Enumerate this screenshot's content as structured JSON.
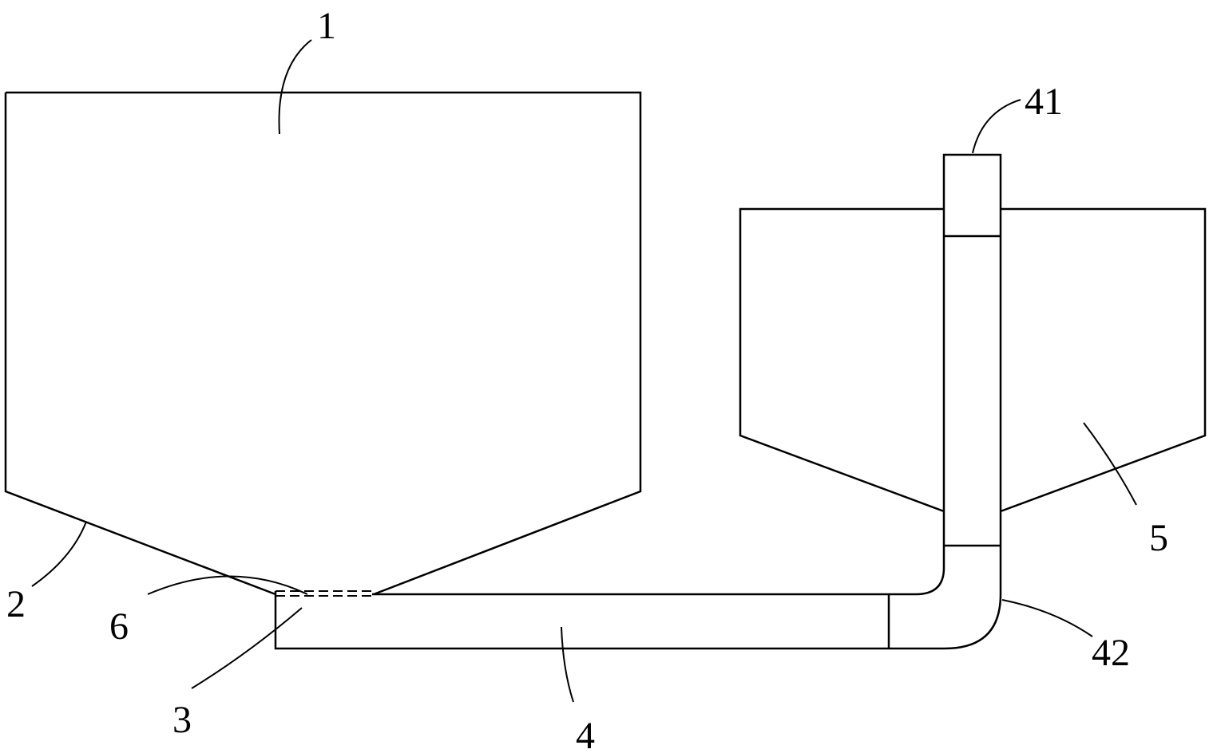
{
  "labels": {
    "l1": "1",
    "l2": "2",
    "l3": "3",
    "l4": "4",
    "l5": "5",
    "l6": "6",
    "l41": "41",
    "l42": "42"
  }
}
